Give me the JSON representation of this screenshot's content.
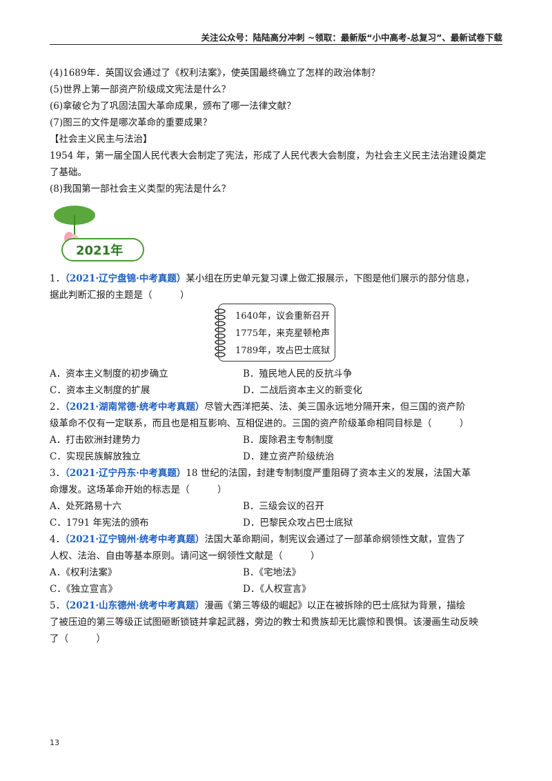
{
  "header": {
    "text": "关注公众号：陆陆高分冲刺  ~领取：最新版“小中高考-总复习”、最新试卷下载"
  },
  "intro_questions": [
    "(4)1689年．英国议会通过了《权利法案》，使英国最终确立了怎样的政治体制？",
    "(5)世界上第一部资产阶级成文宪法是什么？",
    "(6)拿破仑为了巩固法国大革命成果，颁布了哪一法律文献？",
    "(7)图三的文件是哪次革命的重要成果？"
  ],
  "section_heading": "【社会主义民主与法治】",
  "paragraph_line1": "1954 年，第一届全国人民代表大会制定了宪法，形成了人民代表大会制度，为社会主义民主法治建设奠定",
  "paragraph_line2": "了基础。",
  "question8": "(8)我国第一部社会主义类型的宪法是什么？",
  "year_badge": "2021年",
  "q1": {
    "num": "1．",
    "tag": "（2021·辽宁盘锦·中考真题）",
    "text_line1": "某小组在历史单元复习课上做汇报展示，下图是他们展示的部分信息，",
    "text_line2": "据此判断汇报的主题是（　　　）",
    "notebook": [
      "1640年，议会重新召开",
      "1775年，来克星顿枪声",
      "1789年，攻占巴士底狱"
    ],
    "options": [
      "A．资本主义制度的初步确立",
      "B．殖民地人民的反抗斗争",
      "C．资本主义制度的扩展",
      "D．二战后资本主义的新变化"
    ]
  },
  "q2": {
    "num": "2．",
    "tag": "（2021·湖南常德·统考中考真题）",
    "text_line1": "尽管大西洋把英、法、美三国永远地分隔开来，但三国的资产阶",
    "text_line2": "级革命不仅有一定联系，而且也是相互影响、互相促进的。三国的资产阶级革命相同目标是（　　　）",
    "options": [
      "A．打击欧洲封建势力",
      "B．废除君主专制制度",
      "C．实现民族解放独立",
      "D．建立资产阶级统治"
    ]
  },
  "q3": {
    "num": "3．",
    "tag": "（2021·辽宁丹东·中考真题）",
    "text_line1": "18 世纪的法国，封建专制制度严重阻碍了资本主义的发展，法国大革",
    "text_line2": "命爆发。这场革命开始的标志是（　　　）",
    "options": [
      "A．处死路易十六",
      "B．三级会议的召开",
      "C．1791 年宪法的颁布",
      "D．巴黎民众攻占巴士底狱"
    ]
  },
  "q4": {
    "num": "4．",
    "tag": "（2021·辽宁锦州·统考中考真题）",
    "text_line1": "法国大革命期间，制宪议会通过了一部革命纲领性文献，宣告了",
    "text_line2": "人权、法治、自由等基本原则。请问这一纲领性文献是（　　　）",
    "options": [
      "A．《权利法案》",
      "B．《宅地法》",
      "C．《独立宣言》",
      "D．《人权宣言》"
    ]
  },
  "q5": {
    "num": "5．",
    "tag": "（2021·山东德州·统考中考真题）",
    "text_line1": "漫画《第三等级的崛起》以正在被拆除的巴士底狱为背景，描绘",
    "text_line2": "了被压迫的第三等级正试图砸断锁链并拿起武器，旁边的教士和贵族却无比震惊和畏惧。该漫画生动反映",
    "text_line3": "了（　　　）"
  },
  "page_number": "13"
}
